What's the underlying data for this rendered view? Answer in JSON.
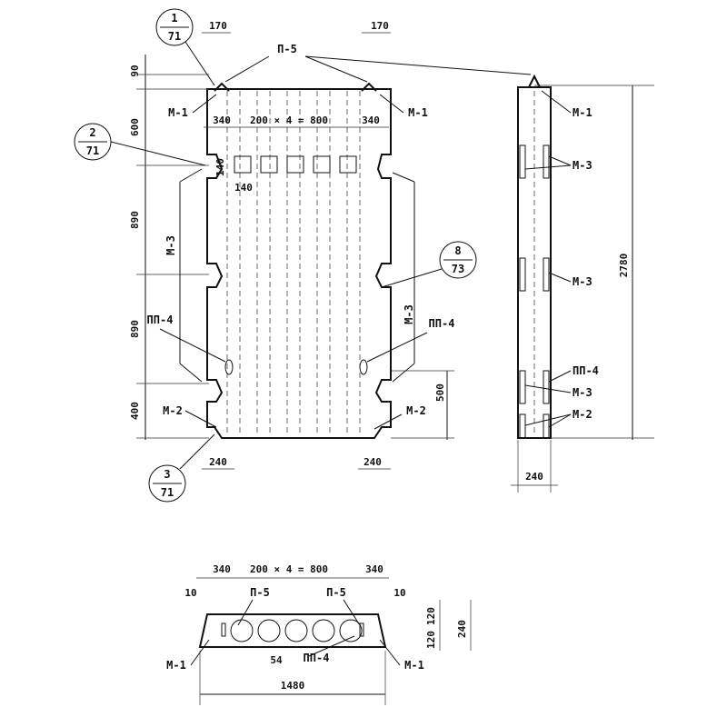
{
  "callouts": {
    "c1": {
      "top": "1",
      "bottom": "71"
    },
    "c2": {
      "top": "2",
      "bottom": "71"
    },
    "c3": {
      "top": "3",
      "bottom": "71"
    },
    "c8": {
      "top": "8",
      "bottom": "73"
    }
  },
  "labels": {
    "p5": "П-5",
    "m1": "М-1",
    "m2": "М-2",
    "m3": "М-3",
    "pp4": "ПП-4"
  },
  "front": {
    "dims_top": {
      "d170": "170",
      "d340": "340",
      "d_holes": "200 × 4 = 800"
    },
    "dims_left": {
      "d90": "90",
      "d600": "600",
      "d890": "890",
      "d400": "400"
    },
    "dim_140": "140",
    "dim_500": "500",
    "dims_bottom": {
      "d240": "240"
    }
  },
  "side": {
    "height": "2780",
    "width": "240"
  },
  "plan": {
    "d340": "340",
    "d_holes": "200 × 4 = 800",
    "d10": "10",
    "d54": "54",
    "d120": "120",
    "d240": "240",
    "d1480": "1480"
  }
}
